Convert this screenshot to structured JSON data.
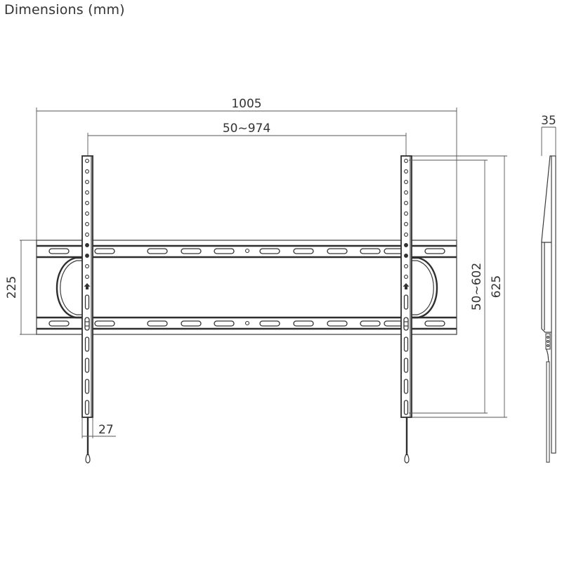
{
  "header": {
    "title": "Dimensions (mm)"
  },
  "dimensions": {
    "overall_width": "1005",
    "vesa_horizontal": "50~974",
    "plate_height": "225",
    "vesa_vertical": "50~602",
    "arm_length": "625",
    "profile_depth": "35",
    "arm_width": "27"
  },
  "colors": {
    "line": "#333333",
    "background": "#ffffff"
  }
}
